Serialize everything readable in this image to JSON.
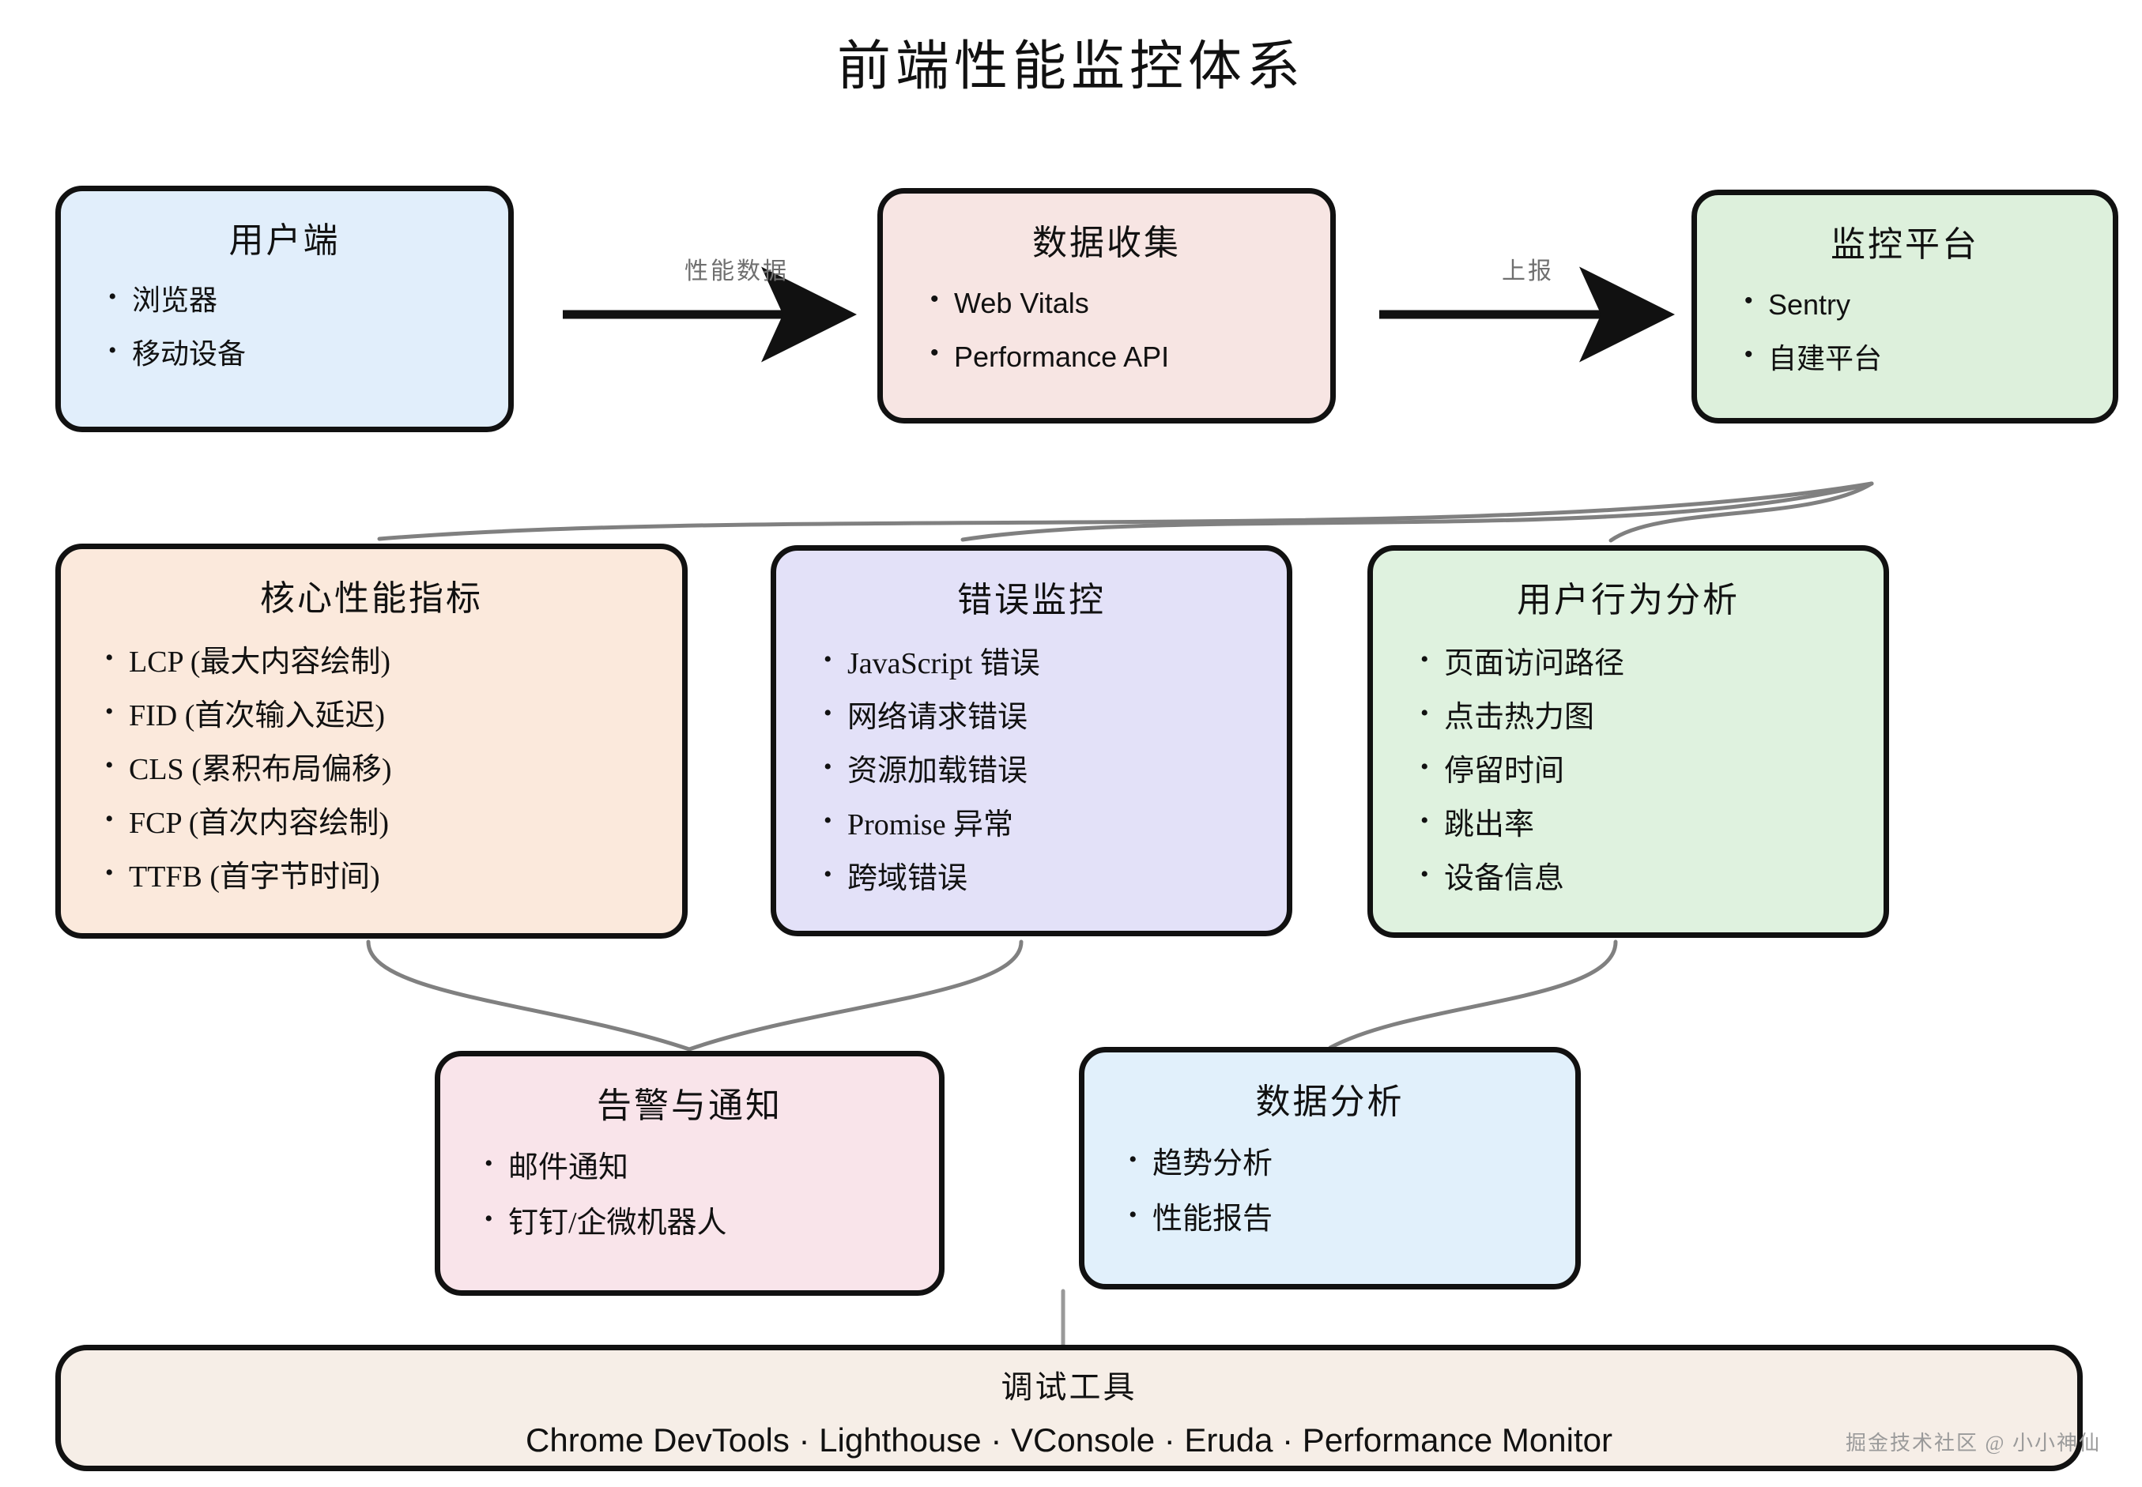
{
  "title": "前端性能监控体系",
  "nodes": {
    "client": {
      "title": "用户端",
      "items": [
        "浏览器",
        "移动设备"
      ],
      "fill": "#e1eefb"
    },
    "collect": {
      "title": "数据收集",
      "items": [
        "Web Vitals",
        "Performance API"
      ],
      "fill": "#f7e5e3"
    },
    "platform": {
      "title": "监控平台",
      "items": [
        "Sentry",
        "自建平台"
      ],
      "fill": "#ddf0dc"
    },
    "metrics": {
      "title": "核心性能指标",
      "items": [
        "LCP (最大内容绘制)",
        "FID (首次输入延迟)",
        "CLS (累积布局偏移)",
        "FCP (首次内容绘制)",
        "TTFB (首字节时间)"
      ],
      "fill": "#fbe9dc"
    },
    "errors": {
      "title": "错误监控",
      "items": [
        "JavaScript 错误",
        "网络请求错误",
        "资源加载错误",
        "Promise 异常",
        "跨域错误"
      ],
      "fill": "#e3e1f8"
    },
    "behavior": {
      "title": "用户行为分析",
      "items": [
        "页面访问路径",
        "点击热力图",
        "停留时间",
        "跳出率",
        "设备信息"
      ],
      "fill": "#dff2df"
    },
    "alerts": {
      "title": "告警与通知",
      "items": [
        "邮件通知",
        "钉钉/企微机器人"
      ],
      "fill": "#f9e4ea"
    },
    "analysis": {
      "title": "数据分析",
      "items": [
        "趋势分析",
        "性能报告"
      ],
      "fill": "#e1f0fb"
    },
    "devtools": {
      "title": "调试工具",
      "line": "Chrome DevTools · Lighthouse · VConsole · Eruda · Performance Monitor",
      "fill": "#f6eee7"
    }
  },
  "edges": {
    "client_to_collect": "性能数据",
    "collect_to_platform": "上报"
  },
  "colors": {
    "stroke": "#111111",
    "connector": "#808080",
    "label": "#6f6f6f",
    "watermark": "#9a9a9a"
  },
  "watermark": "掘金技术社区 @ 小小神仙"
}
